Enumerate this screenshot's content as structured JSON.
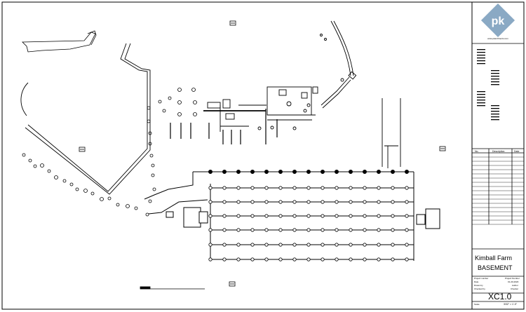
{
  "drawing": {
    "project_name": "Kimball Farm",
    "sheet_name": "BASEMENT",
    "sheet_number": "XC1.0",
    "scale_value": "3/32\" = 1'-0\"",
    "logo_letters": "pk",
    "logo_caption": "www.pkarchitects.com",
    "revision_headers": [
      "No.",
      "Description",
      "Date"
    ],
    "project_info": [
      {
        "label": "Project number",
        "value": "Project Number"
      },
      {
        "label": "Date",
        "value": "01-20-2020"
      },
      {
        "label": "Drawn by",
        "value": "Author"
      },
      {
        "label": "Checked by",
        "value": "Checker"
      }
    ],
    "scale_label": "Scale"
  },
  "colors": {
    "line": "#000000",
    "accent_blue": "#5b8db8",
    "logo_bg": "#8aa9c4"
  },
  "icons": [
    "section-marker-icon",
    "north-arrow-icon",
    "scale-bar-icon"
  ]
}
